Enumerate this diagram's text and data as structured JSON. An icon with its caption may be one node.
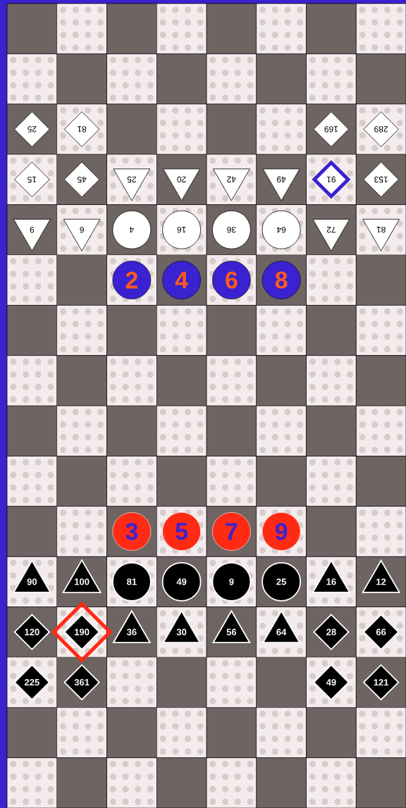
{
  "diagram": {
    "nodes": [
      {
        "text": [
          "25"
        ]
      },
      {
        "text": [
          "81"
        ]
      },
      {
        "text": [
          "169"
        ]
      },
      {
        "text": [
          "289"
        ]
      },
      {
        "text": [
          "15"
        ]
      },
      {
        "text": [
          "45"
        ]
      },
      {
        "text": [
          "25"
        ]
      },
      {
        "text": [
          "20"
        ]
      },
      {
        "text": [
          "42"
        ]
      },
      {
        "text": [
          "49"
        ]
      },
      {
        "text": [
          "91"
        ]
      },
      {
        "text": [
          "153"
        ]
      },
      {
        "text": [
          "9"
        ]
      },
      {
        "text": [
          "6"
        ]
      },
      {
        "text": [
          "4"
        ]
      },
      {
        "text": [
          "16"
        ]
      },
      {
        "text": [
          "36"
        ]
      },
      {
        "text": [
          "64"
        ]
      },
      {
        "text": [
          "72"
        ]
      },
      {
        "text": [
          "81"
        ]
      },
      {
        "text": [
          "2"
        ]
      },
      {
        "text": [
          "4"
        ]
      },
      {
        "text": [
          "6"
        ]
      },
      {
        "text": [
          "8"
        ]
      },
      {
        "text": [
          "3"
        ]
      },
      {
        "text": [
          "5"
        ]
      },
      {
        "text": [
          "7"
        ]
      },
      {
        "text": [
          "9"
        ]
      },
      {
        "text": [
          "90"
        ]
      },
      {
        "text": [
          "100"
        ]
      },
      {
        "text": [
          "81"
        ]
      },
      {
        "text": [
          "49"
        ]
      },
      {
        "text": [
          "9"
        ]
      },
      {
        "text": [
          "25"
        ]
      },
      {
        "text": [
          "16"
        ]
      },
      {
        "text": [
          "12"
        ]
      },
      {
        "text": [
          "120"
        ]
      },
      {
        "text": [
          "190"
        ]
      },
      {
        "text": [
          "36"
        ]
      },
      {
        "text": [
          "30"
        ]
      },
      {
        "text": [
          "56"
        ]
      },
      {
        "text": [
          "64"
        ]
      },
      {
        "text": [
          "28"
        ]
      },
      {
        "text": [
          "66"
        ]
      },
      {
        "text": [
          "225"
        ]
      },
      {
        "text": [
          "361"
        ]
      },
      {
        "text": [
          "49"
        ]
      },
      {
        "text": [
          "121"
        ]
      }
    ]
  }
}
